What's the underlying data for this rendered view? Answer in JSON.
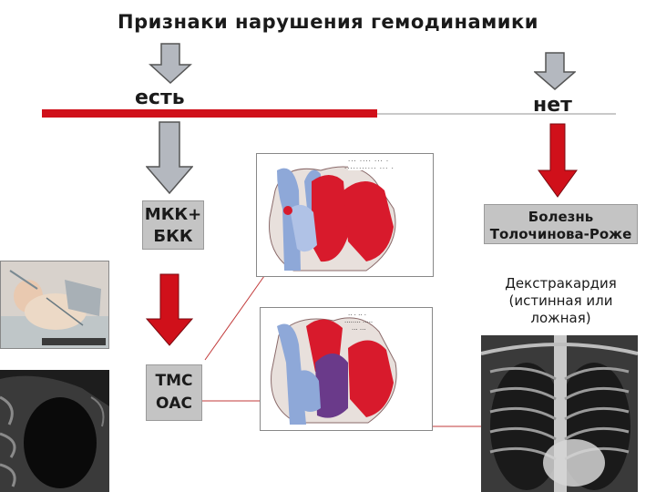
{
  "title": "Признаки нарушения гемодинамики",
  "left_branch": {
    "label": "есть"
  },
  "right_branch": {
    "label": "нет"
  },
  "box_mkk": {
    "line1": "МКК+",
    "line2": "БКК"
  },
  "box_tms": {
    "line1": "ТМС",
    "line2": "ОАС"
  },
  "box_tolochinov": {
    "line1": "Болезнь",
    "line2": "Толочинова-Роже"
  },
  "box_dextro": {
    "line1": "Декстракардия",
    "line2": "(истинная или",
    "line3": "ложная)"
  },
  "colors": {
    "red_bar": "#d0101a",
    "gray_arrow": "#b4b8bf",
    "red_arrow": "#d0101a",
    "heart_red": "#d81a2c",
    "vessel_blue": "#8ea8d8",
    "mixed_purple": "#6a3a8a"
  },
  "icons": [
    "down-arrow-gray-icon",
    "down-arrow-red-icon"
  ]
}
